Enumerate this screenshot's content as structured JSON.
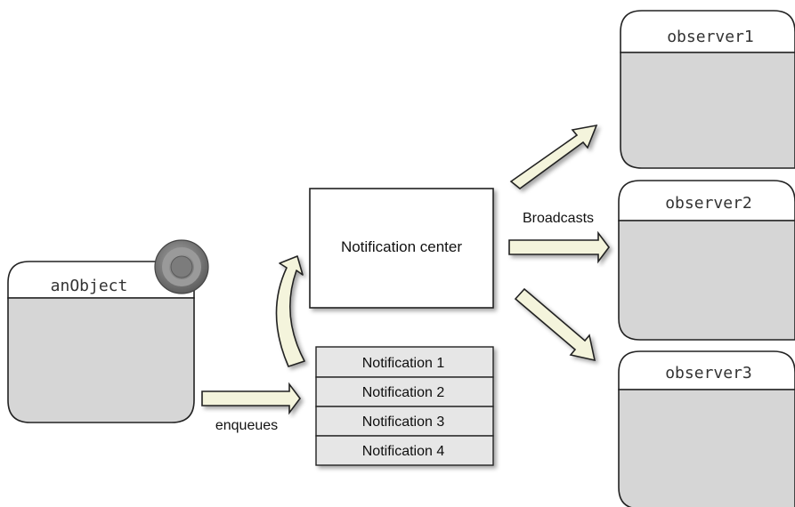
{
  "objects": {
    "source": {
      "label": "anObject"
    },
    "observers": [
      {
        "label": "observer1"
      },
      {
        "label": "observer2"
      },
      {
        "label": "observer3"
      }
    ]
  },
  "center": {
    "label": "Notification center"
  },
  "queue": {
    "items": [
      {
        "label": "Notification 1"
      },
      {
        "label": "Notification 2"
      },
      {
        "label": "Notification 3"
      },
      {
        "label": "Notification 4"
      }
    ]
  },
  "labels": {
    "enqueues": "enqueues",
    "broadcasts": "Broadcasts"
  },
  "colors": {
    "arrow_fill": "#f4f4dc",
    "object_fill": "#d6d6d6",
    "queue_fill": "#e6e6e6",
    "stroke": "#222222",
    "badge": "#7a7a7a"
  }
}
